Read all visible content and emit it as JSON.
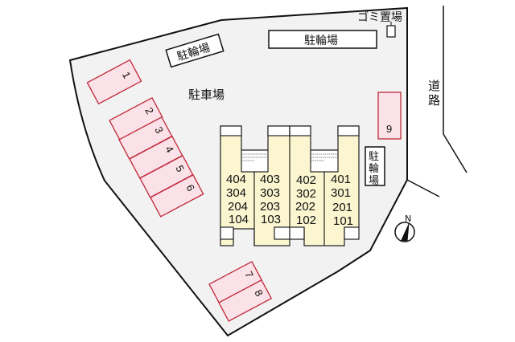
{
  "colors": {
    "site_fill": "#f2f2f2",
    "outline": "#111111",
    "parking_fill": "#fbe1e8",
    "parking_stroke": "#c0283a",
    "building_fill": "#fbf6d0",
    "building_stroke": "#222222"
  },
  "labels": {
    "parking_lot": "駐車場",
    "bicycle_parking_top_left": "駐輪場",
    "bicycle_parking_top_center": "駐輪場",
    "bicycle_parking_right_1": "駐",
    "bicycle_parking_right_2": "輪",
    "bicycle_parking_right_3": "場",
    "garbage_area": "ゴミ置場",
    "road_1": "道",
    "road_2": "路",
    "north": "N"
  },
  "parking_spaces": [
    "1",
    "2",
    "3",
    "4",
    "5",
    "6",
    "7",
    "8",
    "9"
  ],
  "building": {
    "columns": [
      {
        "units": [
          "404",
          "304",
          "204",
          "104"
        ]
      },
      {
        "units": [
          "403",
          "303",
          "203",
          "103"
        ]
      },
      {
        "units": [
          "402",
          "302",
          "202",
          "102"
        ]
      },
      {
        "units": [
          "401",
          "301",
          "201",
          "101"
        ]
      }
    ]
  }
}
